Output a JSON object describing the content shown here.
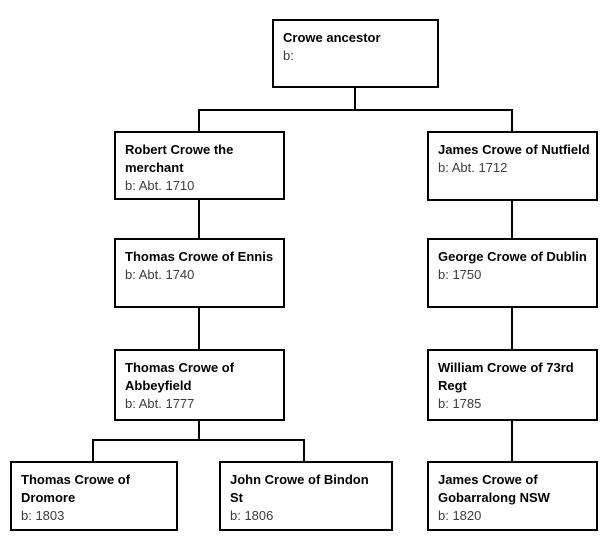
{
  "diagram": {
    "type": "family-tree",
    "root_label": "Crowe ancestor",
    "colors": {
      "box_border": "#000000",
      "box_background": "#ffffff",
      "name_text": "#000000",
      "birth_text": "#3d3d3d",
      "connector": "#000000",
      "page_background": "#ffffff"
    },
    "nodes": [
      {
        "id": "crowe-ancestor",
        "name": "Crowe ancestor",
        "birth": "b:"
      },
      {
        "id": "robert-crowe-merchant",
        "name": "Robert Crowe the merchant",
        "birth": "b: Abt. 1710"
      },
      {
        "id": "james-crowe-nutfield",
        "name": "James Crowe of Nutfield",
        "birth": "b: Abt. 1712"
      },
      {
        "id": "thomas-crowe-ennis",
        "name": "Thomas Crowe of Ennis",
        "birth": "b: Abt. 1740"
      },
      {
        "id": "george-crowe-dublin",
        "name": "George Crowe of Dublin",
        "birth": "b: 1750"
      },
      {
        "id": "thomas-crowe-abbeyfield",
        "name": "Thomas Crowe of Abbeyfield",
        "birth": "b: Abt. 1777"
      },
      {
        "id": "william-crowe-73rd-regt",
        "name": "William Crowe of 73rd Regt",
        "birth": "b: 1785"
      },
      {
        "id": "thomas-crowe-dromore",
        "name": "Thomas Crowe of Dromore",
        "birth": "b: 1803"
      },
      {
        "id": "john-crowe-bindon-st",
        "name": "John Crowe of Bindon St",
        "birth": "b: 1806"
      },
      {
        "id": "james-crowe-gobarralong",
        "name": "James Crowe of Gobarralong NSW",
        "birth": "b: 1820"
      }
    ],
    "edges": [
      {
        "from": "crowe-ancestor",
        "to": "robert-crowe-merchant"
      },
      {
        "from": "crowe-ancestor",
        "to": "james-crowe-nutfield"
      },
      {
        "from": "robert-crowe-merchant",
        "to": "thomas-crowe-ennis"
      },
      {
        "from": "thomas-crowe-ennis",
        "to": "thomas-crowe-abbeyfield"
      },
      {
        "from": "thomas-crowe-abbeyfield",
        "to": "thomas-crowe-dromore"
      },
      {
        "from": "thomas-crowe-abbeyfield",
        "to": "john-crowe-bindon-st"
      },
      {
        "from": "james-crowe-nutfield",
        "to": "george-crowe-dublin"
      },
      {
        "from": "george-crowe-dublin",
        "to": "william-crowe-73rd-regt"
      },
      {
        "from": "william-crowe-73rd-regt",
        "to": "james-crowe-gobarralong"
      }
    ]
  }
}
